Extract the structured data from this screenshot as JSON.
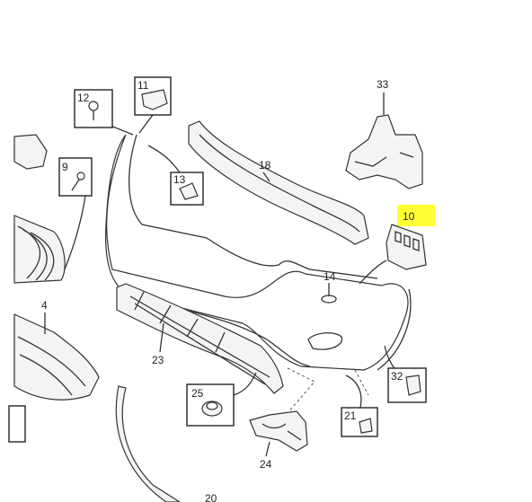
{
  "callouts": {
    "c33": "33",
    "c12": "12",
    "c11": "11",
    "c18": "18",
    "c9": "9",
    "c13": "13",
    "c10": "10",
    "c14": "14",
    "c4": "4",
    "c23": "23",
    "c25": "25",
    "c32": "32",
    "c21": "21",
    "c24": "24",
    "c20": "20"
  },
  "highlight_color": "#ffff33"
}
